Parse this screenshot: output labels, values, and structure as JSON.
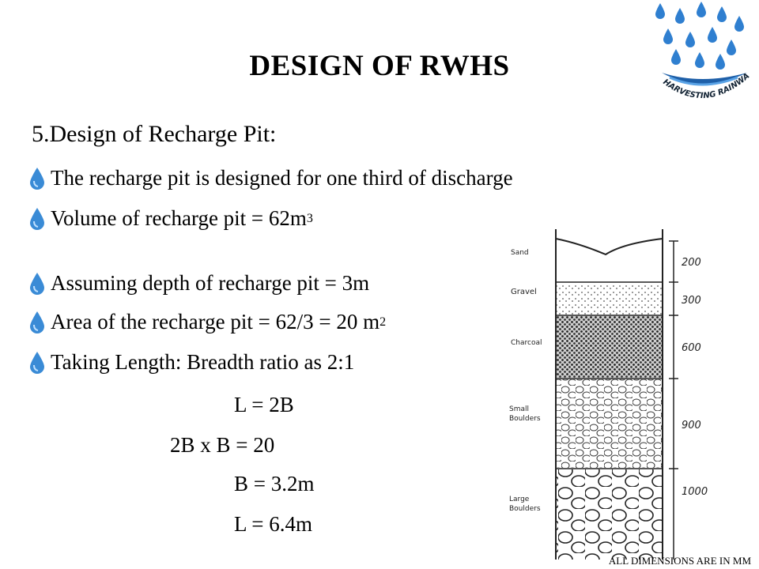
{
  "title": "DESIGN OF RWHS",
  "subtitle": "5.Design of Recharge Pit:",
  "logo": {
    "text": "HARVESTING RAINWATER"
  },
  "bullets": [
    {
      "text": "The recharge pit is designed for one third of discharge",
      "sup": ""
    },
    {
      "text": "Volume of recharge pit = 62m",
      "sup": "3"
    },
    {
      "text": "Assuming depth of recharge pit = 3m",
      "sup": ""
    },
    {
      "text": "Area of the recharge pit = 62/3  = 20 m",
      "sup": "2"
    },
    {
      "text": "Taking Length: Breadth ratio as 2:1",
      "sup": ""
    }
  ],
  "equations": [
    "L =  2B",
    "2B x B =  20",
    "B =  3.2m",
    "L =  6.4m"
  ],
  "diagram": {
    "layers": [
      "Sand",
      "Gravel",
      "Charcoal",
      "Small Boulders",
      "Large Boulders"
    ],
    "dimensions": [
      "200",
      "300",
      "600",
      "900",
      "1000"
    ],
    "note": "ALL DIMENSIONS ARE IN  MM"
  }
}
